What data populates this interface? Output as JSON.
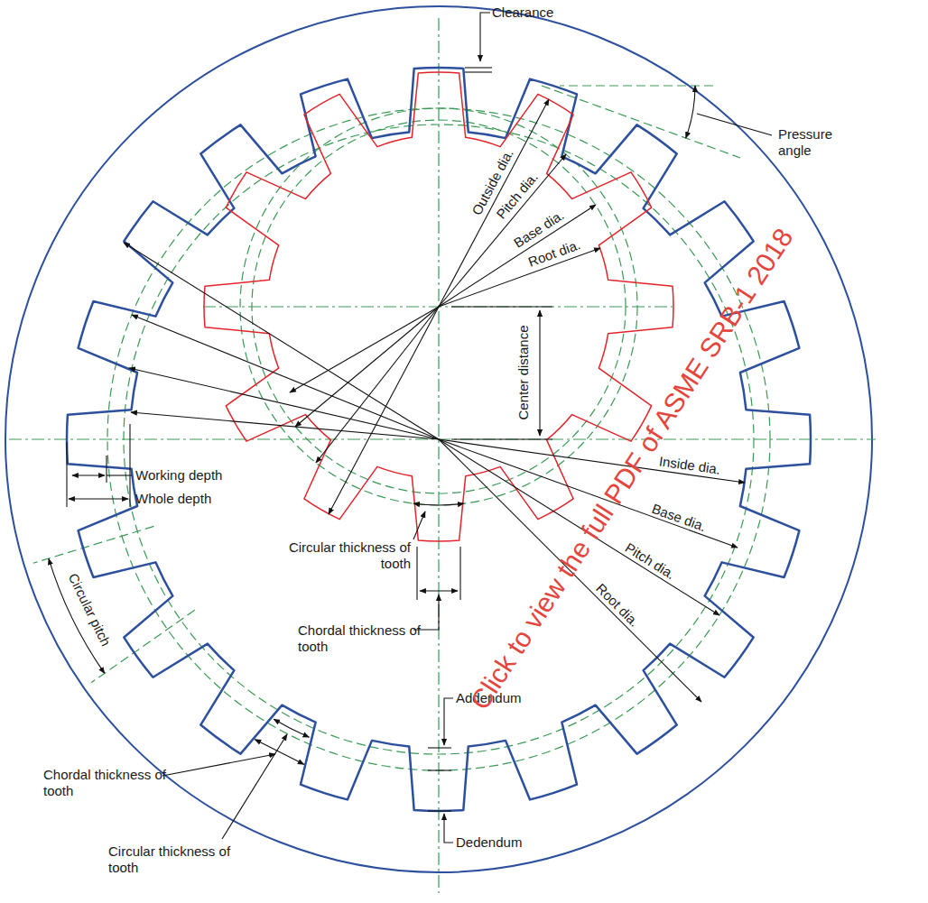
{
  "diagram": {
    "labels": [
      "Clearance",
      "Pressure angle",
      "Outside dia.",
      "Pitch dia.",
      "Base dia.",
      "Root dia.",
      "Center distance",
      "Working depth",
      "Whole depth",
      "Circular thickness of tooth",
      "Circular pitch",
      "Inside dia.",
      "Base dia.",
      "Pitch dia.",
      "Root dia.",
      "Chordal thickness of tooth",
      "Addendum",
      "Chordal thickness of tooth",
      "Dedendum",
      "Circular thickness of tooth",
      "Click to view the full PDF of ASME SRB-1 2018"
    ]
  }
}
